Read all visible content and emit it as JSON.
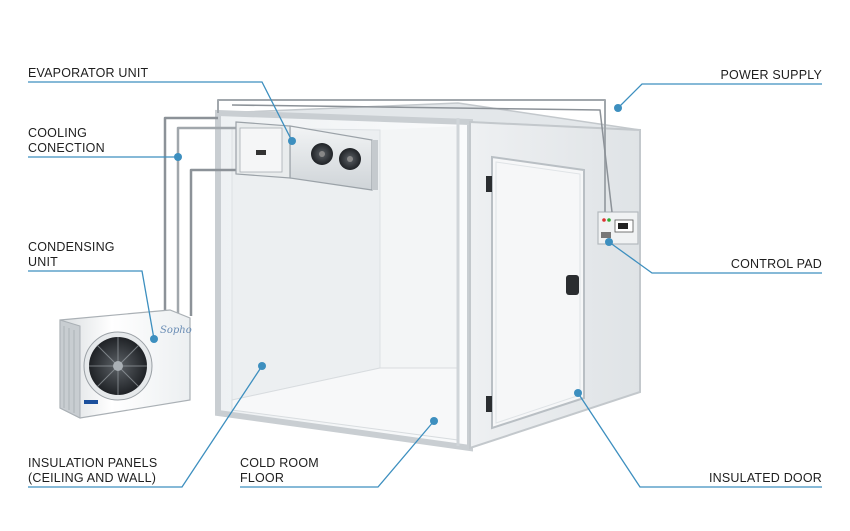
{
  "labels": {
    "evaporator_unit": "EVAPORATOR UNIT",
    "cooling_connection_line1": "COOLING",
    "cooling_connection_line2": "CONECTION",
    "condensing_unit_line1": "CONDENSING",
    "condensing_unit_line2": "UNIT",
    "insulation_panels_line1": "INSULATION PANELS",
    "insulation_panels_line2": "(CEILING AND WALL)",
    "cold_room_floor_line1": "COLD ROOM",
    "cold_room_floor_line2": "FLOOR",
    "power_supply": "POWER SUPPLY",
    "control_pad": "CONTROL PAD",
    "insulated_door": "INSULATED DOOR"
  },
  "brand_script": "Sopho",
  "colors": {
    "leader_line": "#3d8fbf",
    "marker_dot": "#3d8fbf",
    "label_text": "#1e1e1e",
    "panel_white": "#f4f6f7",
    "frame_grey": "#c9ced2",
    "pipe_grey": "#8a9096"
  }
}
